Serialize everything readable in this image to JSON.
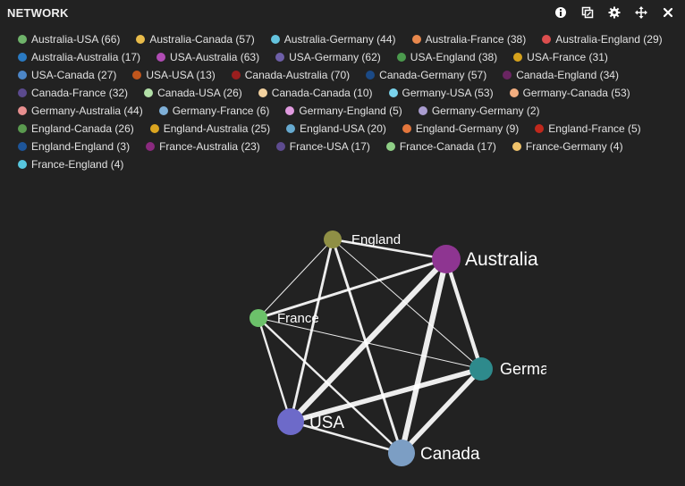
{
  "panel": {
    "title": "NETWORK",
    "tools": [
      {
        "name": "info-icon",
        "label": "info"
      },
      {
        "name": "copy-icon",
        "label": "copy"
      },
      {
        "name": "gear-icon",
        "label": "settings"
      },
      {
        "name": "move-icon",
        "label": "move"
      },
      {
        "name": "close-icon",
        "label": "close"
      }
    ]
  },
  "chart_data": {
    "type": "network",
    "nodes": [
      {
        "id": "England",
        "label": "England",
        "color": "#8f8f45"
      },
      {
        "id": "Australia",
        "label": "Australia",
        "color": "#8e3591"
      },
      {
        "id": "France",
        "label": "France",
        "color": "#6cc16a"
      },
      {
        "id": "Germany",
        "label": "Germa",
        "color": "#2e8a8c"
      },
      {
        "id": "USA",
        "label": "USA",
        "color": "#6d6ac9"
      },
      {
        "id": "Canada",
        "label": "Canada",
        "color": "#7c9ec4"
      }
    ],
    "links": [
      {
        "label": "Australia-USA (66)",
        "source": "Australia",
        "target": "USA",
        "value": 66,
        "color": "#6fb36a"
      },
      {
        "label": "Australia-Canada (57)",
        "source": "Australia",
        "target": "Canada",
        "value": 57,
        "color": "#e8bb4a"
      },
      {
        "label": "Australia-Germany (44)",
        "source": "Australia",
        "target": "Germany",
        "value": 44,
        "color": "#64c3de"
      },
      {
        "label": "Australia-France (38)",
        "source": "Australia",
        "target": "France",
        "value": 38,
        "color": "#e8884d"
      },
      {
        "label": "Australia-England (29)",
        "source": "Australia",
        "target": "England",
        "value": 29,
        "color": "#dc4e4e"
      },
      {
        "label": "Australia-Australia (17)",
        "source": "Australia",
        "target": "Australia",
        "value": 17,
        "color": "#2a7ac2"
      },
      {
        "label": "USA-Australia (63)",
        "source": "USA",
        "target": "Australia",
        "value": 63,
        "color": "#b04cb4"
      },
      {
        "label": "USA-Germany (62)",
        "source": "USA",
        "target": "Germany",
        "value": 62,
        "color": "#6e5fa8"
      },
      {
        "label": "USA-England (38)",
        "source": "USA",
        "target": "England",
        "value": 38,
        "color": "#4b9a4d"
      },
      {
        "label": "USA-France (31)",
        "source": "USA",
        "target": "France",
        "value": 31,
        "color": "#d6a21c"
      },
      {
        "label": "USA-Canada (27)",
        "source": "USA",
        "target": "Canada",
        "value": 27,
        "color": "#4c86c7"
      },
      {
        "label": "USA-USA (13)",
        "source": "USA",
        "target": "USA",
        "value": 13,
        "color": "#c0561c"
      },
      {
        "label": "Canada-Australia (70)",
        "source": "Canada",
        "target": "Australia",
        "value": 70,
        "color": "#9a1e1e"
      },
      {
        "label": "Canada-Germany (57)",
        "source": "Canada",
        "target": "Germany",
        "value": 57,
        "color": "#1b4a86"
      },
      {
        "label": "Canada-England (34)",
        "source": "Canada",
        "target": "England",
        "value": 34,
        "color": "#6a2562"
      },
      {
        "label": "Canada-France (32)",
        "source": "Canada",
        "target": "France",
        "value": 32,
        "color": "#5b4a8e"
      },
      {
        "label": "Canada-USA (26)",
        "source": "Canada",
        "target": "USA",
        "value": 26,
        "color": "#b3e0a8"
      },
      {
        "label": "Canada-Canada (10)",
        "source": "Canada",
        "target": "Canada",
        "value": 10,
        "color": "#f3d2a0"
      },
      {
        "label": "Germany-USA (53)",
        "source": "Germany",
        "target": "USA",
        "value": 53,
        "color": "#7ad3ec"
      },
      {
        "label": "Germany-Canada (53)",
        "source": "Germany",
        "target": "Canada",
        "value": 53,
        "color": "#f2ae80"
      },
      {
        "label": "Germany-Australia (44)",
        "source": "Germany",
        "target": "Australia",
        "value": 44,
        "color": "#e78f8f"
      },
      {
        "label": "Germany-France (6)",
        "source": "Germany",
        "target": "France",
        "value": 6,
        "color": "#7fb0d8"
      },
      {
        "label": "Germany-England (5)",
        "source": "Germany",
        "target": "England",
        "value": 5,
        "color": "#e09adf"
      },
      {
        "label": "Germany-Germany (2)",
        "source": "Germany",
        "target": "Germany",
        "value": 2,
        "color": "#a99ccf"
      },
      {
        "label": "England-Canada (26)",
        "source": "England",
        "target": "Canada",
        "value": 26,
        "color": "#5a9a4f"
      },
      {
        "label": "England-Australia (25)",
        "source": "England",
        "target": "Australia",
        "value": 25,
        "color": "#dba520"
      },
      {
        "label": "England-USA (20)",
        "source": "England",
        "target": "USA",
        "value": 20,
        "color": "#66a9cf"
      },
      {
        "label": "England-Germany (9)",
        "source": "England",
        "target": "Germany",
        "value": 9,
        "color": "#e3763c"
      },
      {
        "label": "England-France (5)",
        "source": "England",
        "target": "France",
        "value": 5,
        "color": "#c0281c"
      },
      {
        "label": "England-England (3)",
        "source": "England",
        "target": "England",
        "value": 3,
        "color": "#1d5599"
      },
      {
        "label": "France-Australia (23)",
        "source": "France",
        "target": "Australia",
        "value": 23,
        "color": "#8a2a7e"
      },
      {
        "label": "France-USA (17)",
        "source": "France",
        "target": "USA",
        "value": 17,
        "color": "#5d4b8f"
      },
      {
        "label": "France-Canada (17)",
        "source": "France",
        "target": "Canada",
        "value": 17,
        "color": "#8fcf86"
      },
      {
        "label": "France-Germany (4)",
        "source": "France",
        "target": "Germany",
        "value": 4,
        "color": "#f0c36b"
      },
      {
        "label": "France-England (4)",
        "source": "France",
        "target": "England",
        "value": 4,
        "color": "#57c6de"
      }
    ]
  }
}
